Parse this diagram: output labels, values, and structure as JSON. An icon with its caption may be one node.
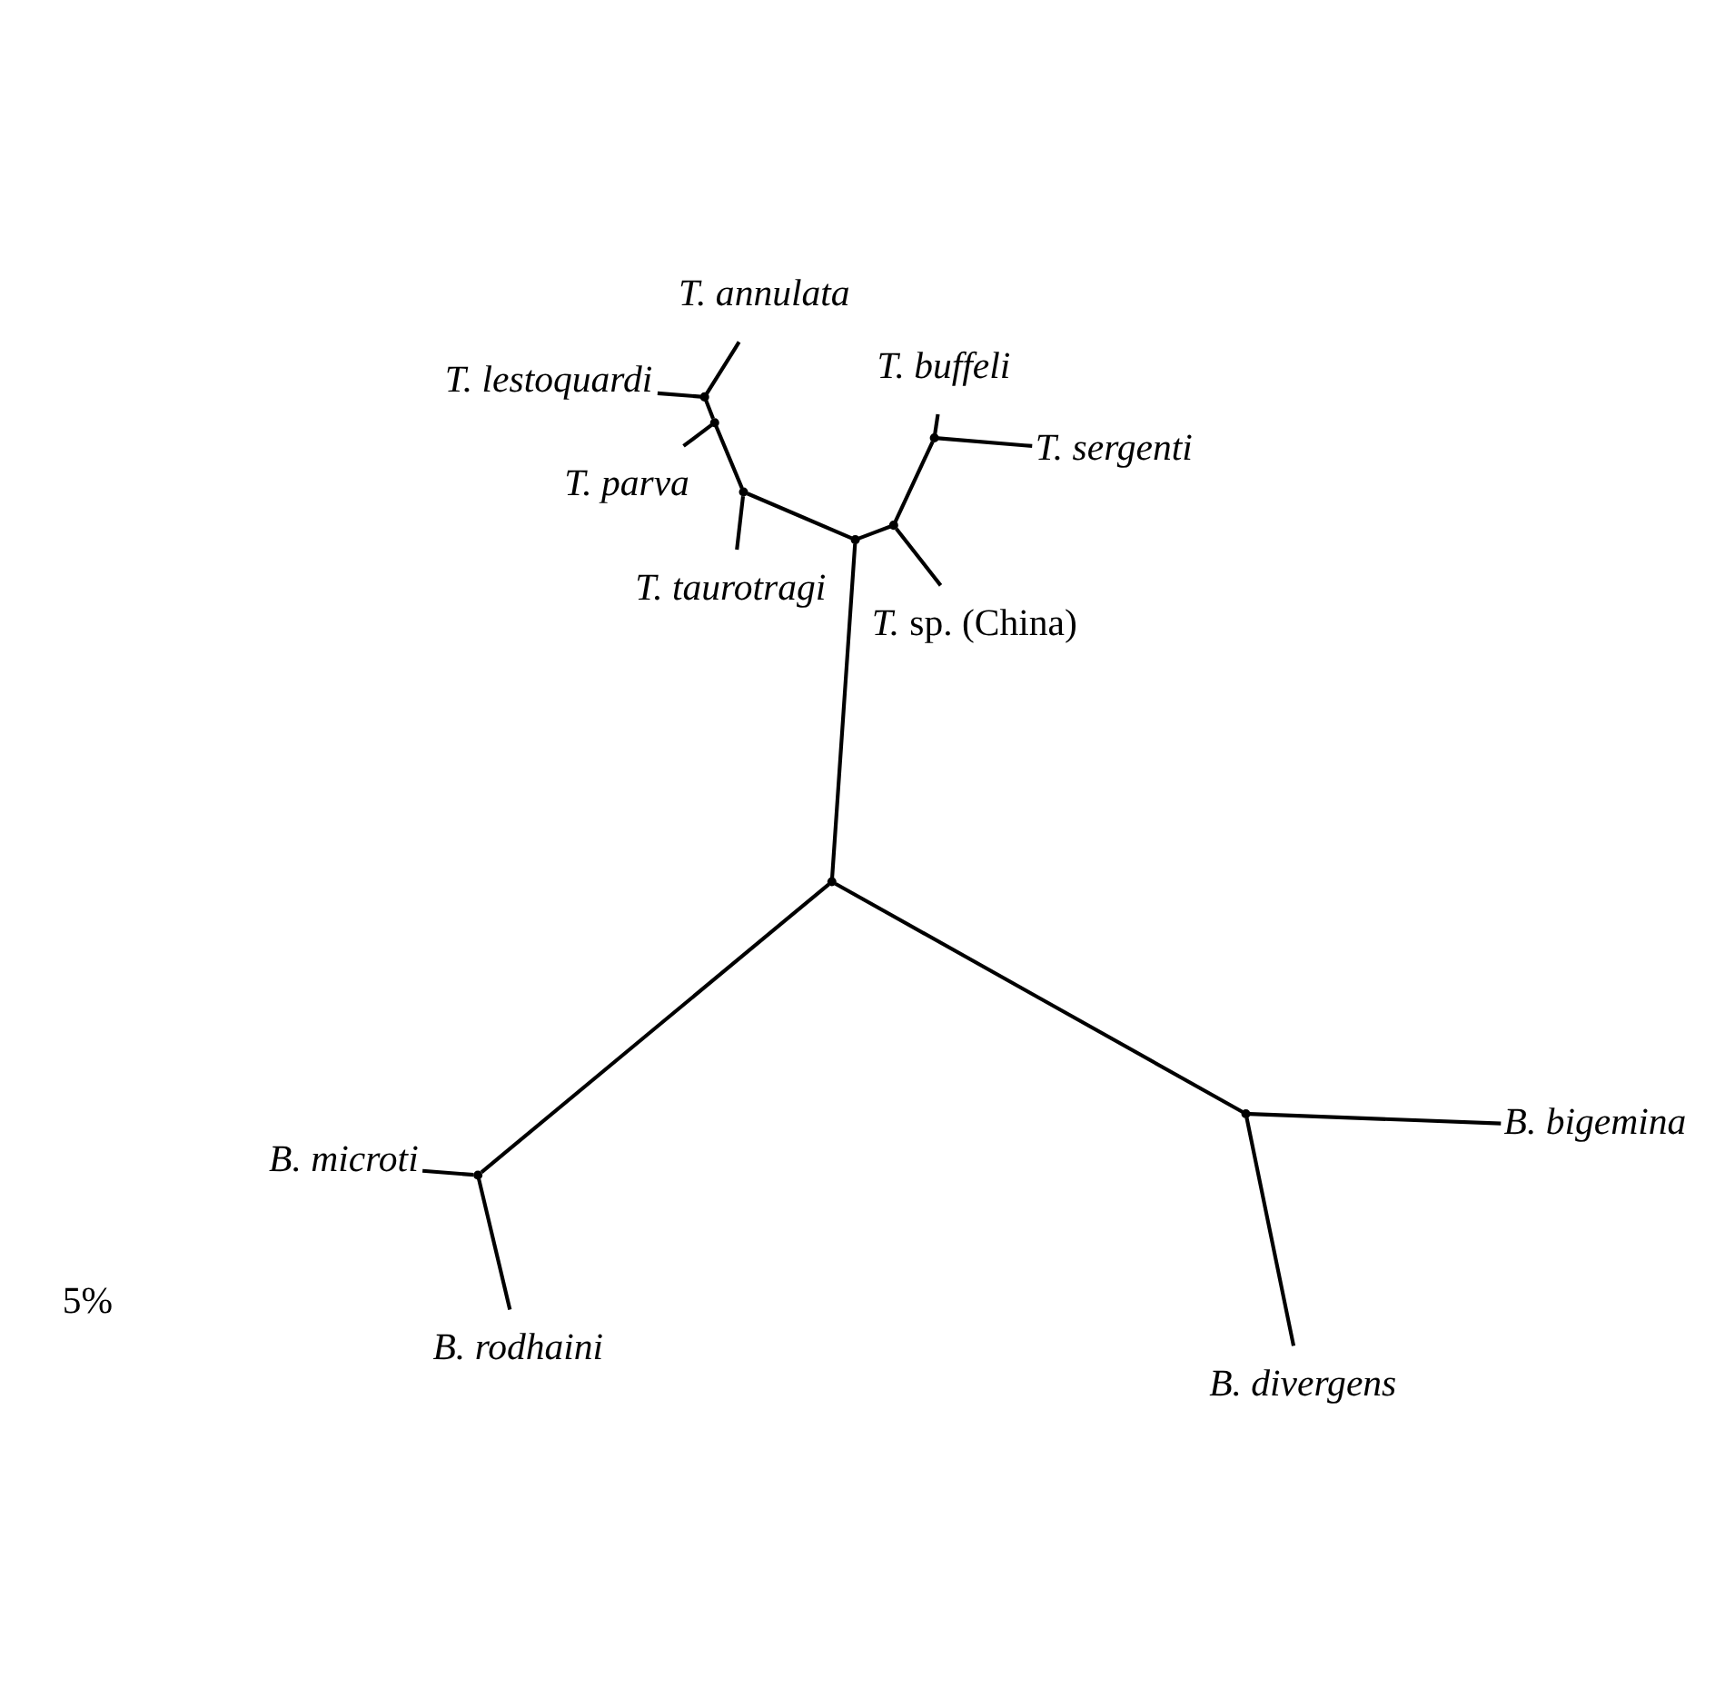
{
  "diagram": {
    "nodes": [
      {
        "text": [
          "T. sergenti"
        ]
      },
      {
        "text": [
          "T. annulata"
        ]
      },
      {
        "text": [
          "T. buffeli"
        ]
      },
      {
        "text": [
          "T. lestoquardi"
        ]
      },
      {
        "text": [
          "*T.* sp. (China)"
        ]
      },
      {
        "text": [
          "T. parva"
        ]
      },
      {
        "text": [
          "T. taurotragi"
        ]
      },
      {
        "text": [
          "B. bigemina"
        ]
      },
      {
        "text": [
          "B. microti"
        ]
      },
      {
        "text": [
          "B. divergens"
        ]
      },
      {
        "text": [
          "B. rodhaini"
        ]
      },
      {
        "text": [],
        "shape": "point"
      },
      {
        "text": [],
        "shape": "point"
      },
      {
        "text": [],
        "shape": "point"
      },
      {
        "text": [],
        "shape": "point"
      },
      {
        "text": [],
        "shape": "point"
      },
      {
        "text": [],
        "shape": "point"
      },
      {
        "text": [],
        "shape": "point"
      },
      {
        "text": [],
        "shape": "point"
      },
      {
        "text": [],
        "shape": "point"
      }
    ],
    "edges": [
      {
        "from": 11,
        "to": 12,
        "arrow": "none"
      },
      {
        "from": 11,
        "to": 18,
        "arrow": "none"
      },
      {
        "from": 11,
        "to": 19,
        "arrow": "none"
      },
      {
        "from": 12,
        "to": 13,
        "arrow": "none"
      },
      {
        "from": 13,
        "to": 14,
        "arrow": "none"
      },
      {
        "from": 14,
        "to": 0,
        "arrow": "none"
      },
      {
        "from": 14,
        "to": 2,
        "arrow": "none"
      },
      {
        "from": 13,
        "to": 4,
        "arrow": "none"
      },
      {
        "from": 12,
        "to": 15,
        "arrow": "none"
      },
      {
        "from": 15,
        "to": 6,
        "arrow": "none"
      },
      {
        "from": 15,
        "to": 16,
        "arrow": "none"
      },
      {
        "from": 16,
        "to": 5,
        "arrow": "none"
      },
      {
        "from": 16,
        "to": 17,
        "arrow": "none"
      },
      {
        "from": 17,
        "to": 1,
        "arrow": "none"
      },
      {
        "from": 17,
        "to": 3,
        "arrow": "none"
      },
      {
        "from": 18,
        "to": 7,
        "arrow": "none"
      },
      {
        "from": 18,
        "to": 9,
        "arrow": "none"
      },
      {
        "from": 19,
        "to": 8,
        "arrow": "none"
      },
      {
        "from": 19,
        "to": 10,
        "arrow": "none"
      }
    ],
    "labels": [
      "5%"
    ]
  }
}
